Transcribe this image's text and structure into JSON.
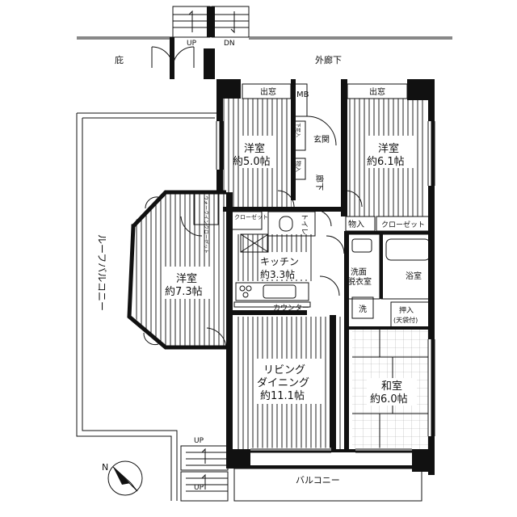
{
  "labels": {
    "eaves": "庇",
    "corridor": "外廊下",
    "up": "UP",
    "dn": "DN",
    "bay_window": "出窓",
    "meter_box": "MB",
    "shoe_storage": "下足入",
    "entrance": "玄関",
    "storage": "物入",
    "hallway": "廊下",
    "closet": "クローゼット",
    "walkin_closet": "ウォークインクローゼット",
    "toilet": "トイレ",
    "kitchen": "キッチン",
    "kitchen_size": "約3.3帖",
    "counter": "カウンター",
    "washroom_line1": "洗面",
    "washroom_line2": "脱衣室",
    "bathroom": "浴室",
    "washer": "洗",
    "oshiire_line1": "押入",
    "oshiire_line2": "(天袋付)",
    "roof_balcony": "ルーフバルコニー",
    "balcony": "バルコニー",
    "north": "N"
  },
  "rooms": {
    "room_a_name": "洋室",
    "room_a_size": "約5.0帖",
    "room_b_name": "洋室",
    "room_b_size": "約6.1帖",
    "room_c_name": "洋室",
    "room_c_size": "約7.3帖",
    "living_line1": "リビング",
    "living_line2": "ダイニング",
    "living_size": "約11.1帖",
    "japanese_name": "和室",
    "japanese_size": "約6.0帖"
  }
}
